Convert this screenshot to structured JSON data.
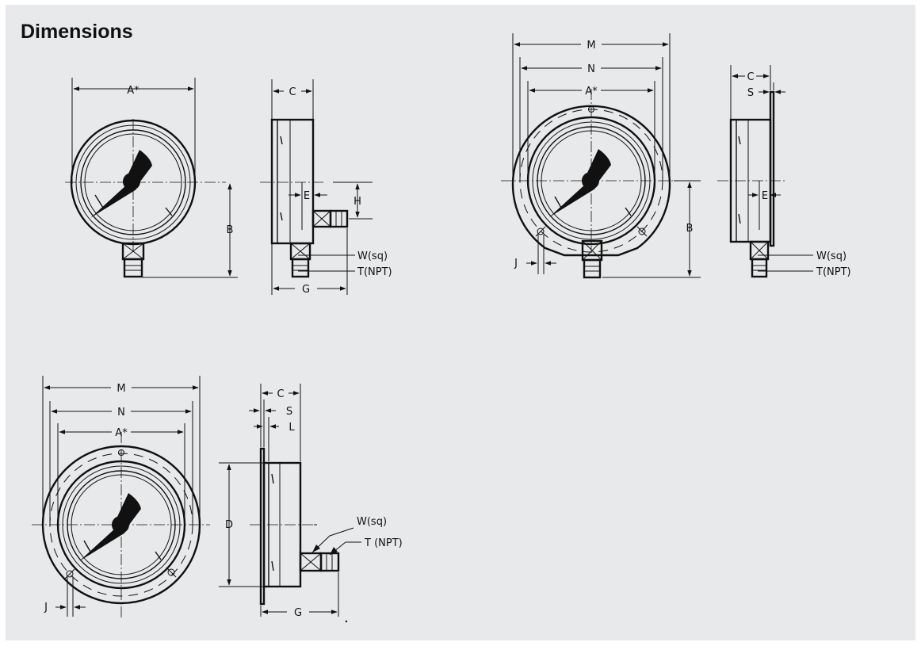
{
  "header": {
    "title": "Dimensions"
  },
  "drawing": {
    "labels": {
      "a_star": "A*",
      "b": "B",
      "c": "C",
      "d": "D",
      "e": "E",
      "g": "G",
      "h": "H",
      "j": "J",
      "l": "L",
      "m": "M",
      "n": "N",
      "s": "S",
      "w_sq": "W(sq)",
      "t_npt": "T(NPT)",
      "t_npt_spaced": "T (NPT)"
    }
  }
}
